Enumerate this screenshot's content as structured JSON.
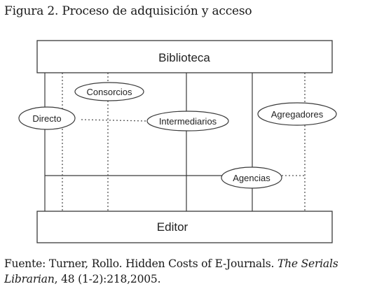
{
  "figure": {
    "title": "Figura 2. Proceso de adquisición y acceso"
  },
  "diagram": {
    "top_box_label": "Biblioteca",
    "bottom_box_label": "Editor",
    "nodes": {
      "consorcios": "Consorcios",
      "directo": "Directo",
      "intermediarios": "Intermediarios",
      "agregadores": "Agregadores",
      "agencias": "Agencias"
    },
    "colors": {
      "stroke": "#3a3a3a",
      "dotted": "#555555",
      "fill": "#ffffff"
    }
  },
  "source": {
    "prefix": "Fuente: Turner, Rollo. Hidden Costs of E-Journals. ",
    "journal": "The Serials Librarian",
    "suffix": ", 48 (1-2):218,2005."
  }
}
